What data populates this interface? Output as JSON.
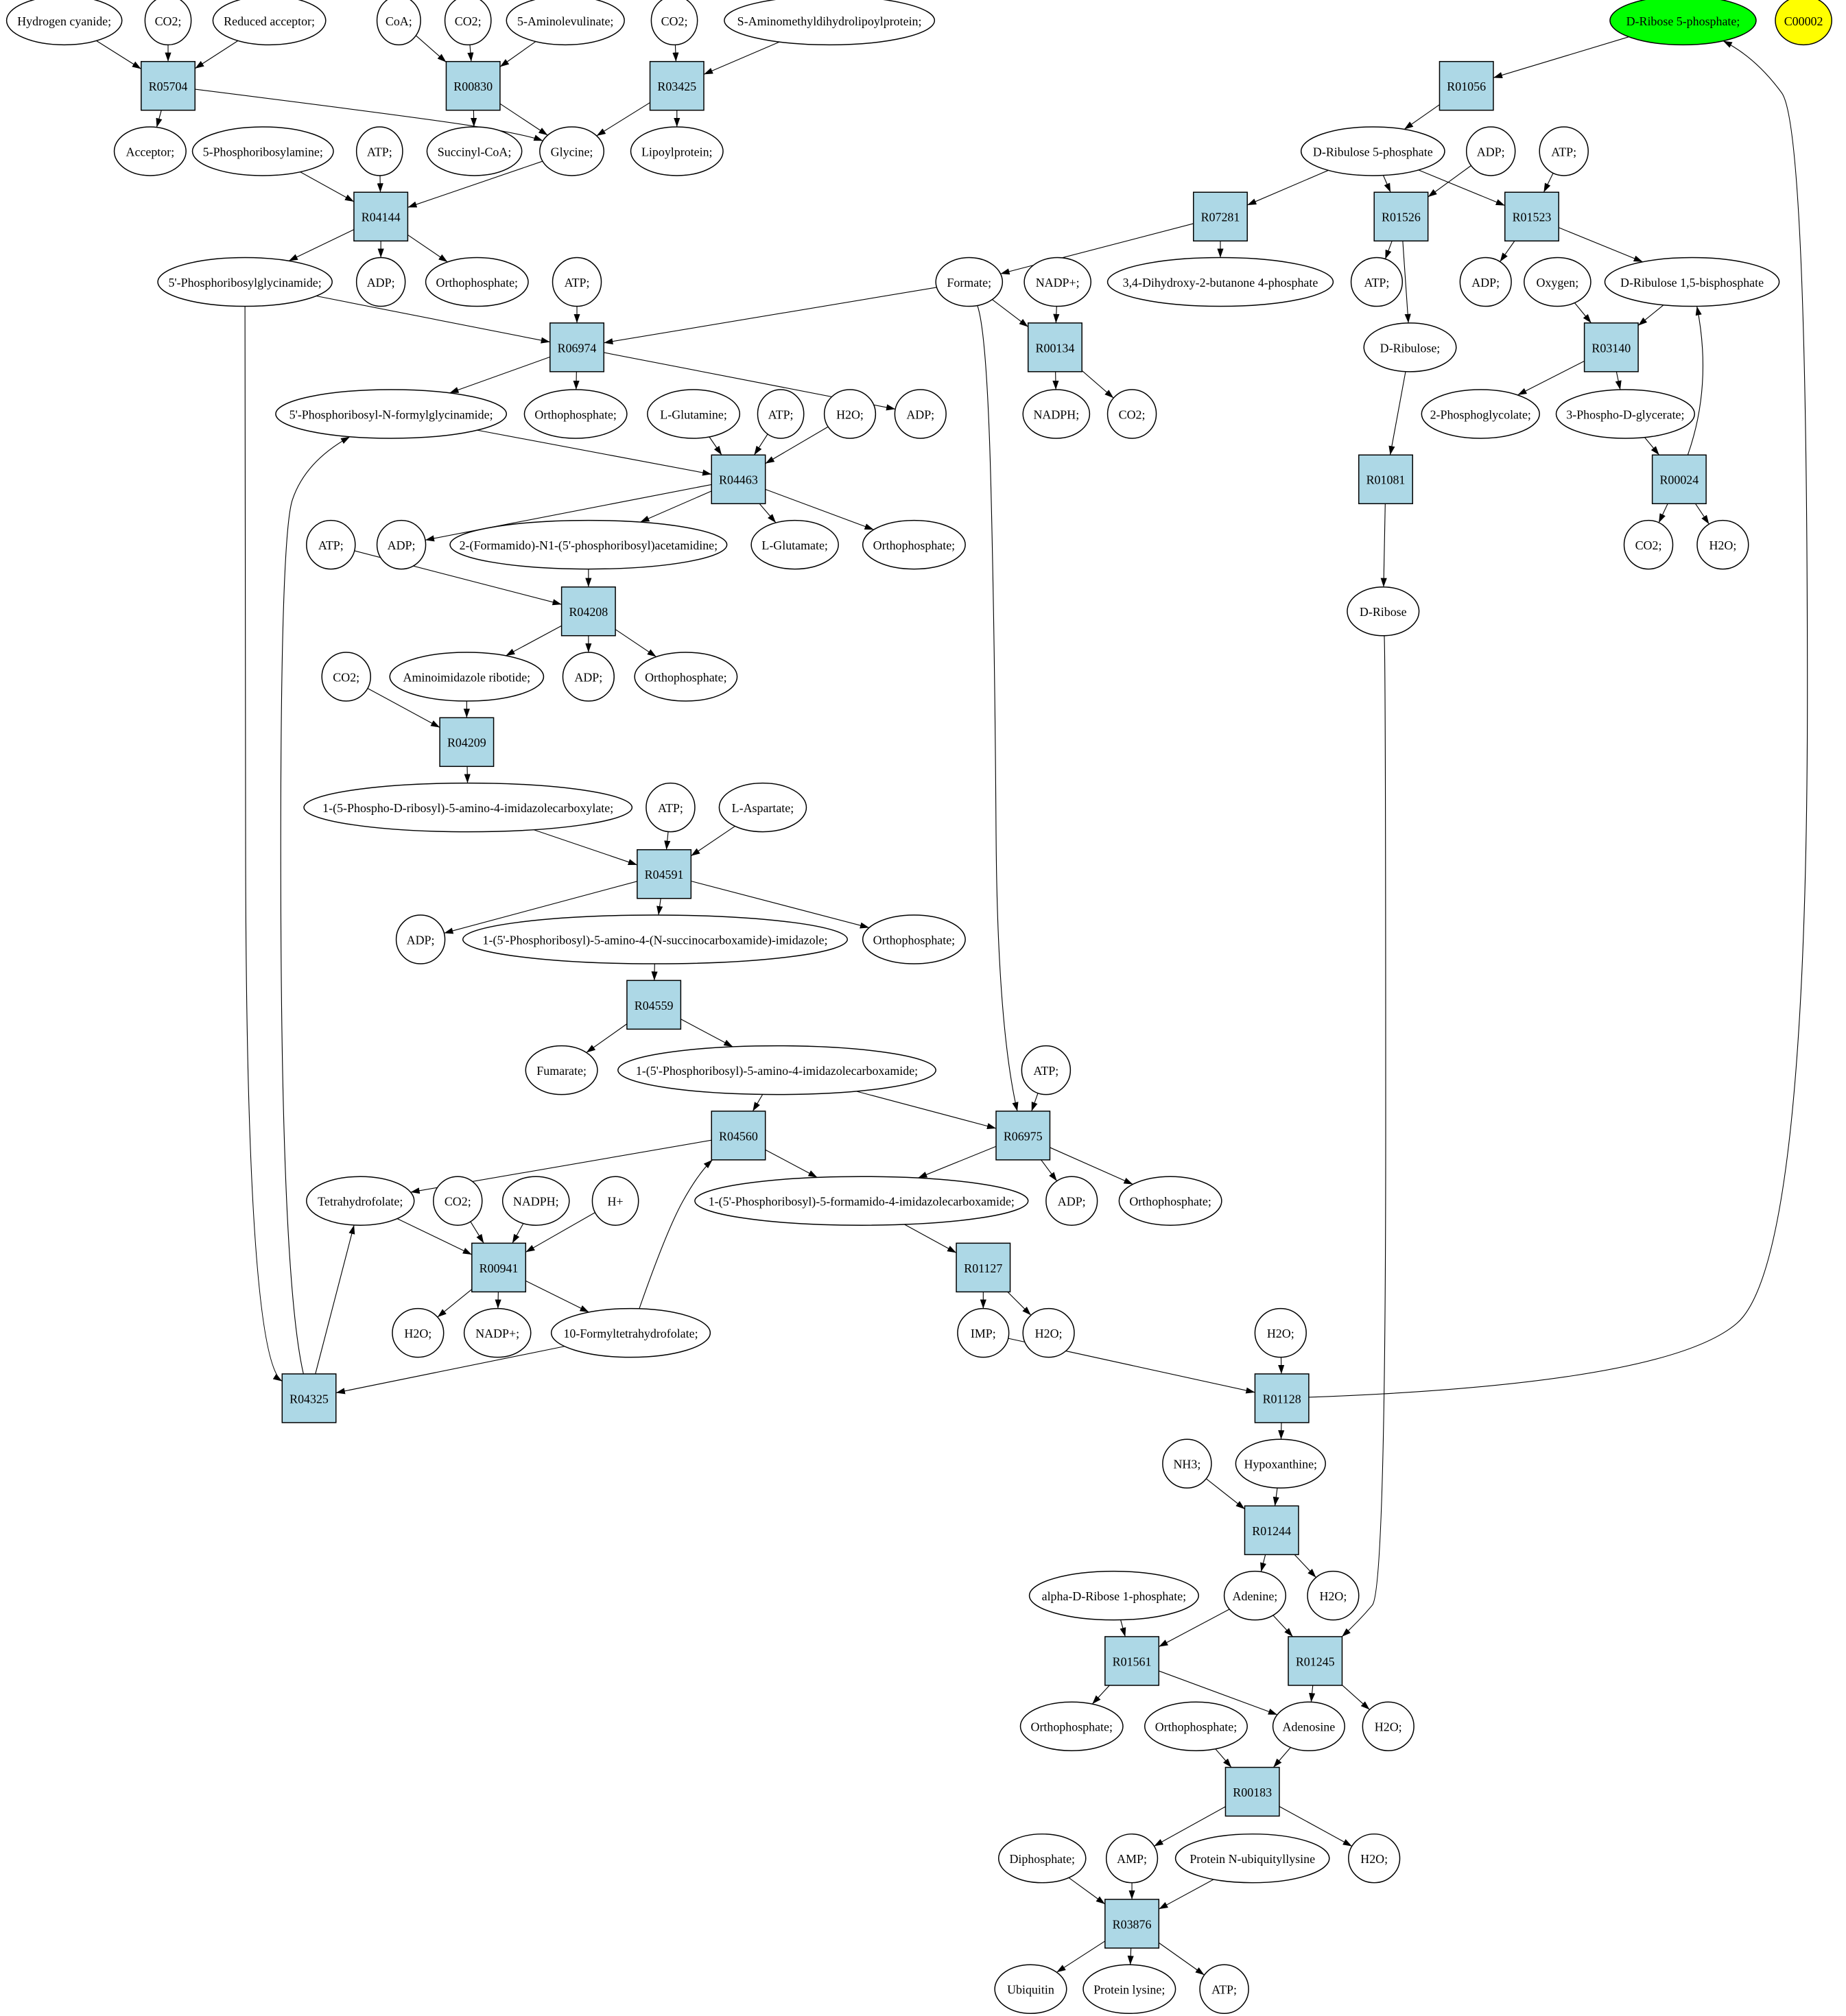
{
  "title": "Metabolic reaction network",
  "colors": {
    "reaction": "#add8e6",
    "compound": "#ffffff",
    "source": "#00ff00",
    "target": "#ffff00"
  },
  "nodes": [
    {
      "id": "hcn",
      "label": "Hydrogen cyanide;",
      "kind": "compound"
    },
    {
      "id": "co2_1",
      "label": "CO2;",
      "kind": "compound"
    },
    {
      "id": "redacc",
      "label": "Reduced acceptor;",
      "kind": "compound"
    },
    {
      "id": "coa",
      "label": "CoA;",
      "kind": "compound"
    },
    {
      "id": "co2_2",
      "label": "CO2;",
      "kind": "compound"
    },
    {
      "id": "ala5",
      "label": "5-Aminolevulinate;",
      "kind": "compound"
    },
    {
      "id": "co2_3",
      "label": "CO2;",
      "kind": "compound"
    },
    {
      "id": "samdlp",
      "label": "S-Aminomethyldihydrolipoylprotein;",
      "kind": "compound"
    },
    {
      "id": "r5p",
      "label": "D-Ribose 5-phosphate;",
      "kind": "source"
    },
    {
      "id": "c00002",
      "label": "C00002",
      "kind": "target"
    },
    {
      "id": "R05704",
      "label": "R05704",
      "kind": "reaction"
    },
    {
      "id": "R00830",
      "label": "R00830",
      "kind": "reaction"
    },
    {
      "id": "R03425",
      "label": "R03425",
      "kind": "reaction"
    },
    {
      "id": "R01056",
      "label": "R01056",
      "kind": "reaction"
    },
    {
      "id": "acc",
      "label": "Acceptor;",
      "kind": "compound"
    },
    {
      "id": "pra",
      "label": "5-Phosphoribosylamine;",
      "kind": "compound"
    },
    {
      "id": "atp_1",
      "label": "ATP;",
      "kind": "compound"
    },
    {
      "id": "succoa",
      "label": "Succinyl-CoA;",
      "kind": "compound"
    },
    {
      "id": "gly",
      "label": "Glycine;",
      "kind": "compound"
    },
    {
      "id": "lipo",
      "label": "Lipoylprotein;",
      "kind": "compound"
    },
    {
      "id": "ru5p",
      "label": "D-Ribulose 5-phosphate",
      "kind": "compound"
    },
    {
      "id": "adp_2",
      "label": "ADP;",
      "kind": "compound"
    },
    {
      "id": "atp_2",
      "label": "ATP;",
      "kind": "compound"
    },
    {
      "id": "R04144",
      "label": "R04144",
      "kind": "reaction"
    },
    {
      "id": "R07281",
      "label": "R07281",
      "kind": "reaction"
    },
    {
      "id": "R01526",
      "label": "R01526",
      "kind": "reaction"
    },
    {
      "id": "R01523",
      "label": "R01523",
      "kind": "reaction"
    },
    {
      "id": "gar",
      "label": "5'-Phosphoribosylglycinamide;",
      "kind": "compound"
    },
    {
      "id": "adp_1",
      "label": "ADP;",
      "kind": "compound"
    },
    {
      "id": "orth_1",
      "label": "Orthophosphate;",
      "kind": "compound"
    },
    {
      "id": "atp_4",
      "label": "ATP;",
      "kind": "compound"
    },
    {
      "id": "formate",
      "label": "Formate;",
      "kind": "compound"
    },
    {
      "id": "nadp_1",
      "label": "NADP+;",
      "kind": "compound"
    },
    {
      "id": "dhbp",
      "label": "3,4-Dihydroxy-2-butanone 4-phosphate",
      "kind": "compound"
    },
    {
      "id": "atp_3",
      "label": "ATP;",
      "kind": "compound"
    },
    {
      "id": "adp_3",
      "label": "ADP;",
      "kind": "compound"
    },
    {
      "id": "oxygen",
      "label": "Oxygen;",
      "kind": "compound"
    },
    {
      "id": "rubp",
      "label": "D-Ribulose 1,5-bisphosphate",
      "kind": "compound"
    },
    {
      "id": "R06974",
      "label": "R06974",
      "kind": "reaction"
    },
    {
      "id": "R00134",
      "label": "R00134",
      "kind": "reaction"
    },
    {
      "id": "ribulose",
      "label": "D-Ribulose;",
      "kind": "compound"
    },
    {
      "id": "R03140",
      "label": "R03140",
      "kind": "reaction"
    },
    {
      "id": "fgar",
      "label": "5'-Phosphoribosyl-N-formylglycinamide;",
      "kind": "compound"
    },
    {
      "id": "orth_2",
      "label": "Orthophosphate;",
      "kind": "compound"
    },
    {
      "id": "lgln",
      "label": "L-Glutamine;",
      "kind": "compound"
    },
    {
      "id": "atp_5",
      "label": "ATP;",
      "kind": "compound"
    },
    {
      "id": "h2o_1",
      "label": "H2O;",
      "kind": "compound"
    },
    {
      "id": "adp_4",
      "label": "ADP;",
      "kind": "compound"
    },
    {
      "id": "nadph_1",
      "label": "NADPH;",
      "kind": "compound"
    },
    {
      "id": "co2_b",
      "label": "CO2;",
      "kind": "compound"
    },
    {
      "id": "pglyc",
      "label": "2-Phosphoglycolate;",
      "kind": "compound"
    },
    {
      "id": "pga",
      "label": "3-Phospho-D-glycerate;",
      "kind": "compound"
    },
    {
      "id": "R04463",
      "label": "R04463",
      "kind": "reaction"
    },
    {
      "id": "R01081",
      "label": "R01081",
      "kind": "reaction"
    },
    {
      "id": "R00024",
      "label": "R00024",
      "kind": "reaction"
    },
    {
      "id": "atp_6",
      "label": "ATP;",
      "kind": "compound"
    },
    {
      "id": "adp_5",
      "label": "ADP;",
      "kind": "compound"
    },
    {
      "id": "fgam",
      "label": "2-(Formamido)-N1-(5'-phosphoribosyl)acetamidine;",
      "kind": "compound"
    },
    {
      "id": "lglu",
      "label": "L-Glutamate;",
      "kind": "compound"
    },
    {
      "id": "orth_3",
      "label": "Orthophosphate;",
      "kind": "compound"
    },
    {
      "id": "co2_c",
      "label": "CO2;",
      "kind": "compound"
    },
    {
      "id": "h2o_c",
      "label": "H2O;",
      "kind": "compound"
    },
    {
      "id": "R04208",
      "label": "R04208",
      "kind": "reaction"
    },
    {
      "id": "ribose",
      "label": "D-Ribose",
      "kind": "compound"
    },
    {
      "id": "co2_d",
      "label": "CO2;",
      "kind": "compound"
    },
    {
      "id": "air",
      "label": "Aminoimidazole ribotide;",
      "kind": "compound"
    },
    {
      "id": "adp_6",
      "label": "ADP;",
      "kind": "compound"
    },
    {
      "id": "orth_4",
      "label": "Orthophosphate;",
      "kind": "compound"
    },
    {
      "id": "R04209",
      "label": "R04209",
      "kind": "reaction"
    },
    {
      "id": "cair",
      "label": "1-(5-Phospho-D-ribosyl)-5-amino-4-imidazolecarboxylate;",
      "kind": "compound"
    },
    {
      "id": "atp_7",
      "label": "ATP;",
      "kind": "compound"
    },
    {
      "id": "lasp",
      "label": "L-Aspartate;",
      "kind": "compound"
    },
    {
      "id": "R04591",
      "label": "R04591",
      "kind": "reaction"
    },
    {
      "id": "adp_7",
      "label": "ADP;",
      "kind": "compound"
    },
    {
      "id": "saicar",
      "label": "1-(5'-Phosphoribosyl)-5-amino-4-(N-succinocarboxamide)-imidazole;",
      "kind": "compound"
    },
    {
      "id": "orth_5",
      "label": "Orthophosphate;",
      "kind": "compound"
    },
    {
      "id": "R04559",
      "label": "R04559",
      "kind": "reaction"
    },
    {
      "id": "fum",
      "label": "Fumarate;",
      "kind": "compound"
    },
    {
      "id": "aicar",
      "label": "1-(5'-Phosphoribosyl)-5-amino-4-imidazolecarboxamide;",
      "kind": "compound"
    },
    {
      "id": "atp_8",
      "label": "ATP;",
      "kind": "compound"
    },
    {
      "id": "R04560",
      "label": "R04560",
      "kind": "reaction"
    },
    {
      "id": "R06975",
      "label": "R06975",
      "kind": "reaction"
    },
    {
      "id": "thf",
      "label": "Tetrahydrofolate;",
      "kind": "compound"
    },
    {
      "id": "co2_e",
      "label": "CO2;",
      "kind": "compound"
    },
    {
      "id": "nadph_2",
      "label": "NADPH;",
      "kind": "compound"
    },
    {
      "id": "hplus",
      "label": "H+",
      "kind": "compound"
    },
    {
      "id": "faicar",
      "label": "1-(5'-Phosphoribosyl)-5-formamido-4-imidazolecarboxamide;",
      "kind": "compound"
    },
    {
      "id": "adp_8",
      "label": "ADP;",
      "kind": "compound"
    },
    {
      "id": "orth_6",
      "label": "Orthophosphate;",
      "kind": "compound"
    },
    {
      "id": "R00941",
      "label": "R00941",
      "kind": "reaction"
    },
    {
      "id": "R01127",
      "label": "R01127",
      "kind": "reaction"
    },
    {
      "id": "h2o_2",
      "label": "H2O;",
      "kind": "compound"
    },
    {
      "id": "nadp_2",
      "label": "NADP+;",
      "kind": "compound"
    },
    {
      "id": "fthf",
      "label": "10-Formyltetrahydrofolate;",
      "kind": "compound"
    },
    {
      "id": "imp",
      "label": "IMP;",
      "kind": "compound"
    },
    {
      "id": "h2o_3",
      "label": "H2O;",
      "kind": "compound"
    },
    {
      "id": "h2o_4",
      "label": "H2O;",
      "kind": "compound"
    },
    {
      "id": "R04325",
      "label": "R04325",
      "kind": "reaction"
    },
    {
      "id": "R01128",
      "label": "R01128",
      "kind": "reaction"
    },
    {
      "id": "nh3",
      "label": "NH3;",
      "kind": "compound"
    },
    {
      "id": "hypox",
      "label": "Hypoxanthine;",
      "kind": "compound"
    },
    {
      "id": "R01244",
      "label": "R01244",
      "kind": "reaction"
    },
    {
      "id": "apr1p",
      "label": "alpha-D-Ribose 1-phosphate;",
      "kind": "compound"
    },
    {
      "id": "adenine",
      "label": "Adenine;",
      "kind": "compound"
    },
    {
      "id": "h2o_5",
      "label": "H2O;",
      "kind": "compound"
    },
    {
      "id": "R01561",
      "label": "R01561",
      "kind": "reaction"
    },
    {
      "id": "R01245",
      "label": "R01245",
      "kind": "reaction"
    },
    {
      "id": "orth_7",
      "label": "Orthophosphate;",
      "kind": "compound"
    },
    {
      "id": "orth_8",
      "label": "Orthophosphate;",
      "kind": "compound"
    },
    {
      "id": "adenosine",
      "label": "Adenosine",
      "kind": "compound"
    },
    {
      "id": "h2o_6",
      "label": "H2O;",
      "kind": "compound"
    },
    {
      "id": "R00183",
      "label": "R00183",
      "kind": "reaction"
    },
    {
      "id": "diphos",
      "label": "Diphosphate;",
      "kind": "compound"
    },
    {
      "id": "amp",
      "label": "AMP;",
      "kind": "compound"
    },
    {
      "id": "pnub",
      "label": "Protein N-ubiquityllysine",
      "kind": "compound"
    },
    {
      "id": "h2o_7",
      "label": "H2O;",
      "kind": "compound"
    },
    {
      "id": "R03876",
      "label": "R03876",
      "kind": "reaction"
    },
    {
      "id": "ubq",
      "label": "Ubiquitin",
      "kind": "compound"
    },
    {
      "id": "plys",
      "label": "Protein lysine;",
      "kind": "compound"
    },
    {
      "id": "atp_9",
      "label": "ATP;",
      "kind": "compound"
    }
  ],
  "edges": [
    [
      "hcn",
      "R05704"
    ],
    [
      "co2_1",
      "R05704"
    ],
    [
      "redacc",
      "R05704"
    ],
    [
      "R05704",
      "acc"
    ],
    [
      "R05704",
      "gly"
    ],
    [
      "coa",
      "R00830"
    ],
    [
      "co2_2",
      "R00830"
    ],
    [
      "ala5",
      "R00830"
    ],
    [
      "R00830",
      "succoa"
    ],
    [
      "R00830",
      "gly"
    ],
    [
      "co2_3",
      "R03425"
    ],
    [
      "samdlp",
      "R03425"
    ],
    [
      "R03425",
      "gly"
    ],
    [
      "R03425",
      "lipo"
    ],
    [
      "pra",
      "R04144"
    ],
    [
      "atp_1",
      "R04144"
    ],
    [
      "gly",
      "R04144"
    ],
    [
      "R04144",
      "gar"
    ],
    [
      "R04144",
      "adp_1"
    ],
    [
      "R04144",
      "orth_1"
    ],
    [
      "r5p",
      "R01056"
    ],
    [
      "R01056",
      "ru5p"
    ],
    [
      "ru5p",
      "R07281"
    ],
    [
      "ru5p",
      "R01526"
    ],
    [
      "ru5p",
      "R01523"
    ],
    [
      "adp_2",
      "R01526"
    ],
    [
      "atp_2",
      "R01523"
    ],
    [
      "R07281",
      "formate"
    ],
    [
      "R07281",
      "dhbp"
    ],
    [
      "R01526",
      "atp_3"
    ],
    [
      "R01526",
      "ribulose"
    ],
    [
      "R01523",
      "adp_3"
    ],
    [
      "R01523",
      "rubp"
    ],
    [
      "gar",
      "R06974"
    ],
    [
      "atp_4",
      "R06974"
    ],
    [
      "formate",
      "R06974"
    ],
    [
      "R06974",
      "fgar"
    ],
    [
      "R06974",
      "orth_2"
    ],
    [
      "R06974",
      "adp_4"
    ],
    [
      "formate",
      "R00134"
    ],
    [
      "nadp_1",
      "R00134"
    ],
    [
      "R00134",
      "nadph_1"
    ],
    [
      "R00134",
      "co2_b"
    ],
    [
      "formate",
      "R06975"
    ],
    [
      "oxygen",
      "R03140"
    ],
    [
      "rubp",
      "R03140"
    ],
    [
      "R03140",
      "pglyc"
    ],
    [
      "R03140",
      "pga"
    ],
    [
      "ribulose",
      "R01081"
    ],
    [
      "R01081",
      "ribose"
    ],
    [
      "pga",
      "R00024"
    ],
    [
      "R00024",
      "rubp"
    ],
    [
      "R00024",
      "co2_c"
    ],
    [
      "R00024",
      "h2o_c"
    ],
    [
      "fgar",
      "R04463"
    ],
    [
      "lgln",
      "R04463"
    ],
    [
      "atp_5",
      "R04463"
    ],
    [
      "h2o_1",
      "R04463"
    ],
    [
      "R04463",
      "adp_5"
    ],
    [
      "R04463",
      "fgam"
    ],
    [
      "R04463",
      "lglu"
    ],
    [
      "R04463",
      "orth_3"
    ],
    [
      "fgam",
      "R04208"
    ],
    [
      "atp_6",
      "R04208"
    ],
    [
      "R04208",
      "air"
    ],
    [
      "R04208",
      "adp_6"
    ],
    [
      "R04208",
      "orth_4"
    ],
    [
      "co2_d",
      "R04209"
    ],
    [
      "air",
      "R04209"
    ],
    [
      "R04209",
      "cair"
    ],
    [
      "cair",
      "R04591"
    ],
    [
      "atp_7",
      "R04591"
    ],
    [
      "lasp",
      "R04591"
    ],
    [
      "R04591",
      "adp_7"
    ],
    [
      "R04591",
      "saicar"
    ],
    [
      "R04591",
      "orth_5"
    ],
    [
      "saicar",
      "R04559"
    ],
    [
      "R04559",
      "fum"
    ],
    [
      "R04559",
      "aicar"
    ],
    [
      "aicar",
      "R04560"
    ],
    [
      "aicar",
      "R06975"
    ],
    [
      "atp_8",
      "R06975"
    ],
    [
      "R04560",
      "thf"
    ],
    [
      "R04560",
      "faicar"
    ],
    [
      "R06975",
      "faicar"
    ],
    [
      "R06975",
      "adp_8"
    ],
    [
      "R06975",
      "orth_6"
    ],
    [
      "thf",
      "R00941"
    ],
    [
      "co2_e",
      "R00941"
    ],
    [
      "nadph_2",
      "R00941"
    ],
    [
      "hplus",
      "R00941"
    ],
    [
      "R00941",
      "h2o_2"
    ],
    [
      "R00941",
      "nadp_2"
    ],
    [
      "R00941",
      "fthf"
    ],
    [
      "fthf",
      "R04560"
    ],
    [
      "fthf",
      "R04325"
    ],
    [
      "gar",
      "R04325"
    ],
    [
      "R04325",
      "fgar"
    ],
    [
      "R04325",
      "thf"
    ],
    [
      "faicar",
      "R01127"
    ],
    [
      "R01127",
      "imp"
    ],
    [
      "R01127",
      "h2o_3"
    ],
    [
      "imp",
      "R01128"
    ],
    [
      "h2o_4",
      "R01128"
    ],
    [
      "R01128",
      "hypox"
    ],
    [
      "R01128",
      "r5p"
    ],
    [
      "nh3",
      "R01244"
    ],
    [
      "hypox",
      "R01244"
    ],
    [
      "R01244",
      "adenine"
    ],
    [
      "R01244",
      "h2o_5"
    ],
    [
      "apr1p",
      "R01561"
    ],
    [
      "adenine",
      "R01561"
    ],
    [
      "R01561",
      "orth_7"
    ],
    [
      "R01561",
      "adenosine"
    ],
    [
      "adenine",
      "R01245"
    ],
    [
      "ribose",
      "R01245"
    ],
    [
      "R01245",
      "adenosine"
    ],
    [
      "R01245",
      "h2o_6"
    ],
    [
      "orth_8",
      "R00183"
    ],
    [
      "adenosine",
      "R00183"
    ],
    [
      "R00183",
      "amp"
    ],
    [
      "R00183",
      "h2o_7"
    ],
    [
      "diphos",
      "R03876"
    ],
    [
      "amp",
      "R03876"
    ],
    [
      "pnub",
      "R03876"
    ],
    [
      "R03876",
      "ubq"
    ],
    [
      "R03876",
      "plys"
    ],
    [
      "R03876",
      "atp_9"
    ]
  ]
}
